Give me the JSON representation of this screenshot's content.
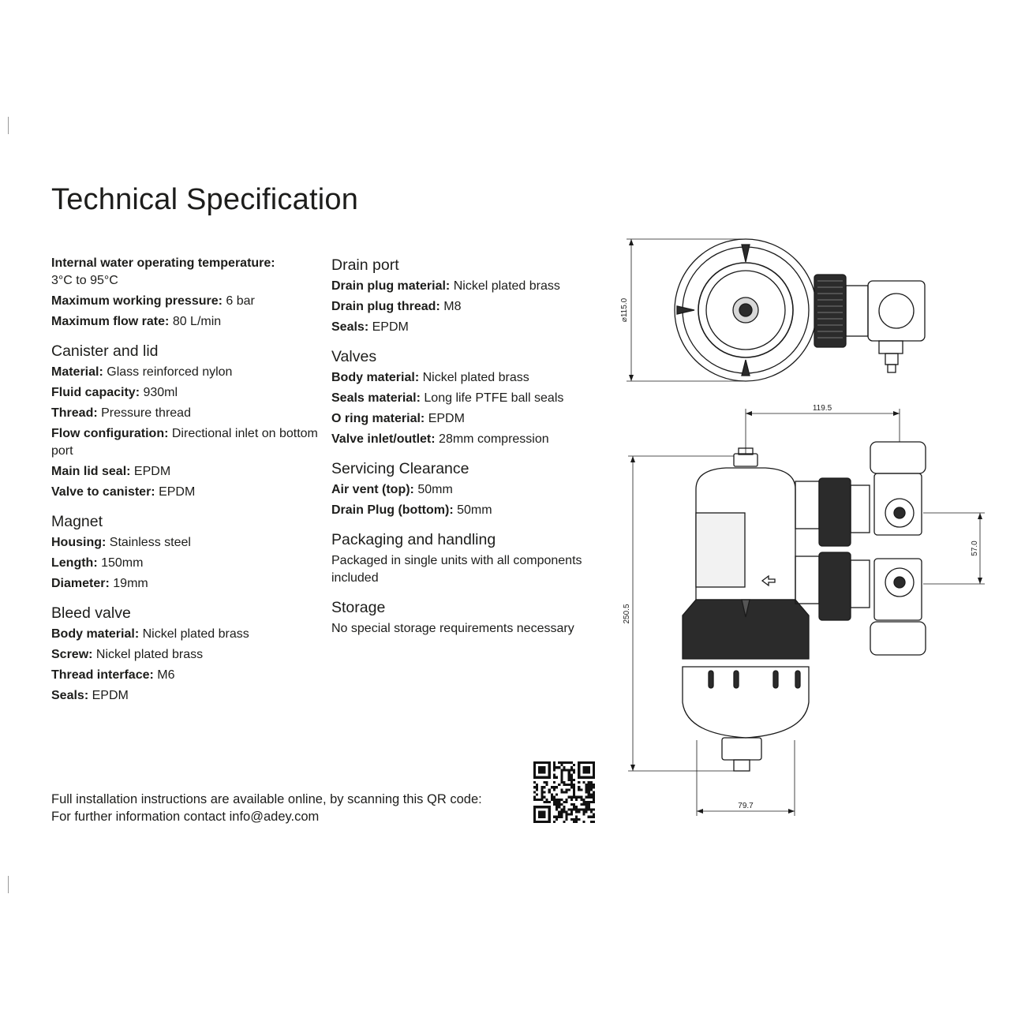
{
  "title": "Technical Specification",
  "left_column": {
    "intro": [
      {
        "label": "Internal water operating temperature:",
        "value": "3°C to 95°C"
      },
      {
        "label": "Maximum working pressure:",
        "value": "6 bar"
      },
      {
        "label": "Maximum flow rate:",
        "value": "80 L/min"
      }
    ],
    "canister": {
      "heading": "Canister and lid",
      "rows": [
        {
          "label": "Material:",
          "value": "Glass reinforced nylon"
        },
        {
          "label": "Fluid capacity:",
          "value": "930ml"
        },
        {
          "label": "Thread:",
          "value": "Pressure thread"
        },
        {
          "label": "Flow configuration:",
          "value": "Directional inlet on bottom port"
        },
        {
          "label": "Main lid seal:",
          "value": "EPDM"
        },
        {
          "label": "Valve to canister:",
          "value": "EPDM"
        }
      ]
    },
    "magnet": {
      "heading": "Magnet",
      "rows": [
        {
          "label": "Housing:",
          "value": "Stainless steel"
        },
        {
          "label": "Length:",
          "value": "150mm"
        },
        {
          "label": "Diameter:",
          "value": "19mm"
        }
      ]
    },
    "bleed": {
      "heading": "Bleed valve",
      "rows": [
        {
          "label": "Body material:",
          "value": "Nickel plated brass"
        },
        {
          "label": "Screw:",
          "value": "Nickel plated brass"
        },
        {
          "label": "Thread interface:",
          "value": "M6"
        },
        {
          "label": "Seals:",
          "value": "EPDM"
        }
      ]
    }
  },
  "mid_column": {
    "drain": {
      "heading": "Drain port",
      "rows": [
        {
          "label": "Drain plug material:",
          "value": "Nickel plated brass"
        },
        {
          "label": "Drain plug thread:",
          "value": "M8"
        },
        {
          "label": "Seals:",
          "value": "EPDM"
        }
      ]
    },
    "valves": {
      "heading": "Valves",
      "rows": [
        {
          "label": "Body material:",
          "value": "Nickel plated brass"
        },
        {
          "label": "Seals material:",
          "value": "Long life PTFE ball seals"
        },
        {
          "label": "O ring material:",
          "value": "EPDM"
        },
        {
          "label": "Valve inlet/outlet:",
          "value": "28mm compression"
        }
      ]
    },
    "servicing": {
      "heading": "Servicing Clearance",
      "rows": [
        {
          "label": "Air vent (top):",
          "value": "50mm"
        },
        {
          "label": "Drain Plug (bottom):",
          "value": "50mm"
        }
      ]
    },
    "packaging": {
      "heading": "Packaging and handling",
      "text": "Packaged in single units with all components included"
    },
    "storage": {
      "heading": "Storage",
      "text": "No special storage requirements necessary"
    }
  },
  "footer": {
    "line1": "Full installation instructions are available online, by scanning this QR code:",
    "line2_prefix": "For further information contact ",
    "email": "info@adey.com"
  },
  "drawing": {
    "dim_top_diameter": "⌀115.0",
    "dim_width": "119.5",
    "dim_valve_spacing": "57.0",
    "dim_height": "250.5",
    "dim_base": "79.7"
  },
  "colors": {
    "text": "#1d1d1b",
    "line": "#1a1a1a",
    "dark_part": "#2b2b2b"
  }
}
